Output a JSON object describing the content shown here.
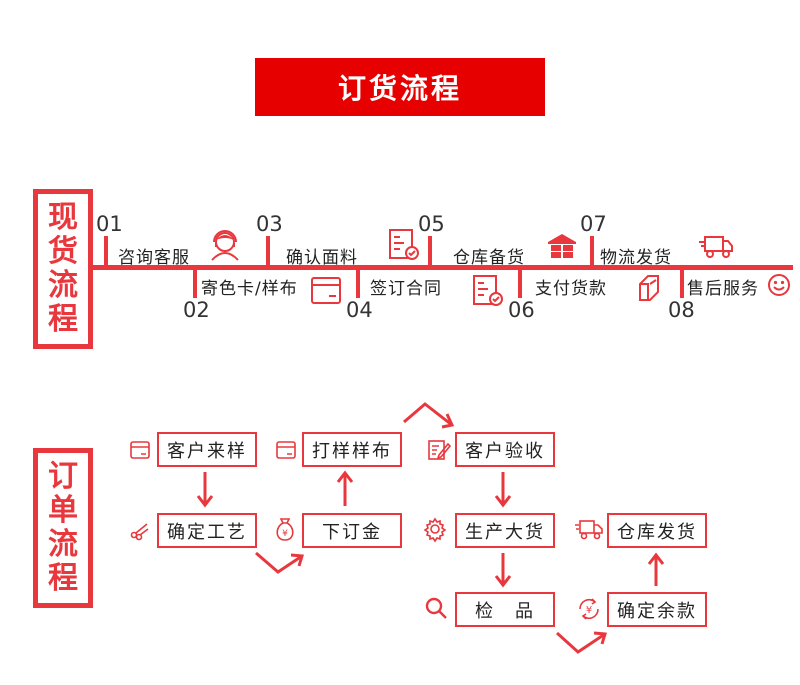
{
  "title": "订货流程",
  "xianhuo": {
    "label": [
      "现",
      "货",
      "流",
      "程"
    ],
    "steps": [
      {
        "num": "01",
        "label": "咨询客服"
      },
      {
        "num": "02",
        "label": "寄色卡/样布"
      },
      {
        "num": "03",
        "label": "确认面料"
      },
      {
        "num": "04",
        "label": "签订合同"
      },
      {
        "num": "05",
        "label": "仓库备货"
      },
      {
        "num": "06",
        "label": "支付货款"
      },
      {
        "num": "07",
        "label": "物流发货"
      },
      {
        "num": "08",
        "label": "售后服务"
      }
    ]
  },
  "dingdan": {
    "label": [
      "订",
      "单",
      "流",
      "程"
    ],
    "boxes": {
      "b1": "客户来样",
      "b2": "确定工艺",
      "b3": "下订金",
      "b4": "打样样布",
      "b5": "客户验收",
      "b6": "生产大货",
      "b7": "检　品",
      "b8": "确定余款",
      "b9": "仓库发货"
    }
  },
  "colors": {
    "accent": "#e8383d",
    "banner": "#e60000"
  }
}
